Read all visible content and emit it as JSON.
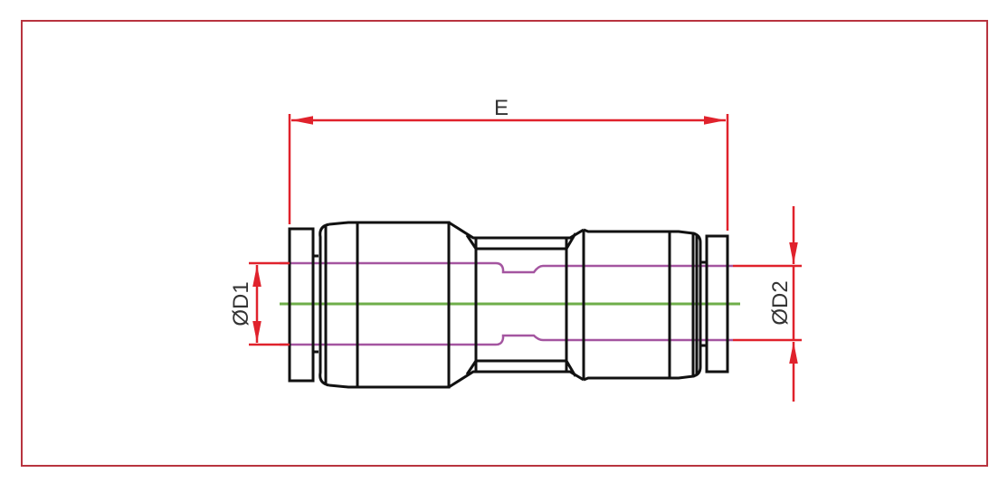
{
  "diagram": {
    "type": "technical-drawing",
    "subject": "straight reducer push-in fitting",
    "colors": {
      "frame": "#b8343f",
      "dimension": "#e0222c",
      "outline": "#111111",
      "bore": "#a455a0",
      "centerline": "#6fae4a"
    },
    "dimensions": {
      "overall_length": {
        "label": "E"
      },
      "diameter_1": {
        "label": "ØD1"
      },
      "diameter_2": {
        "label": "ØD2"
      }
    }
  }
}
